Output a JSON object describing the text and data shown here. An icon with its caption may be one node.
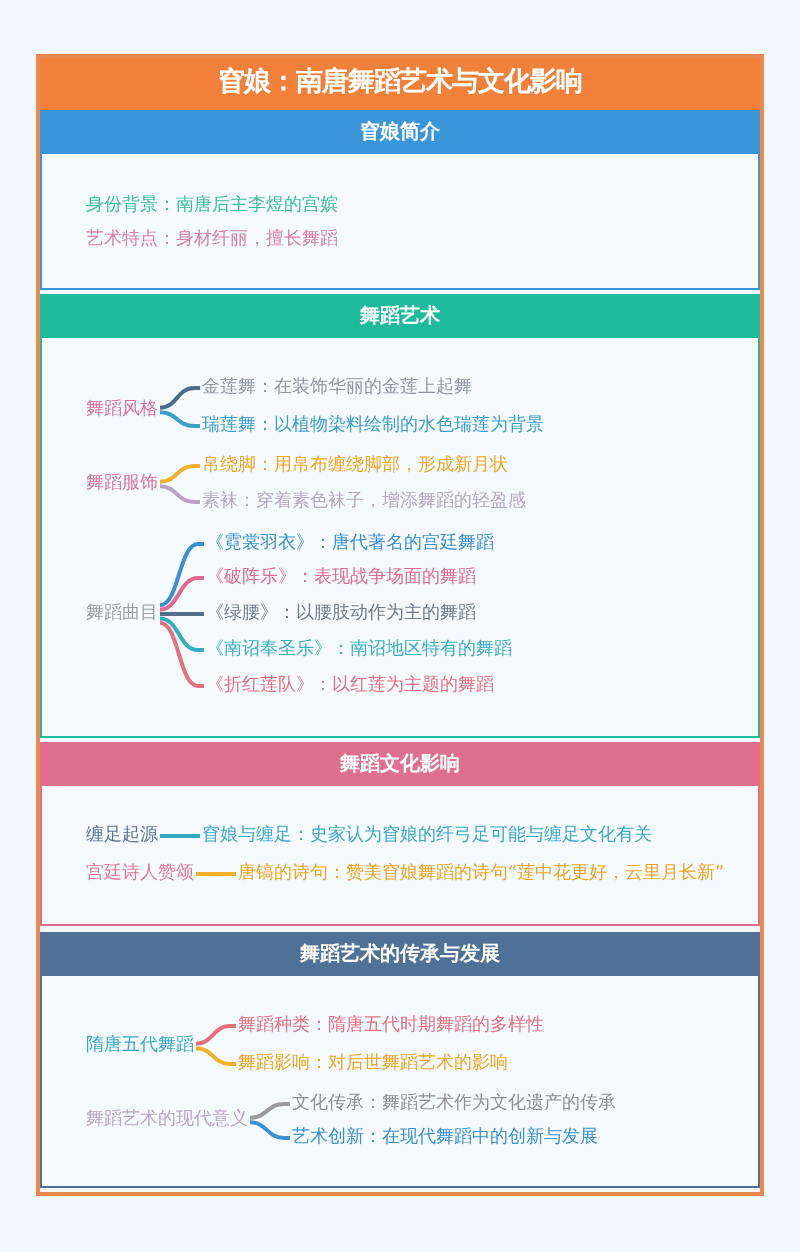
{
  "diagram": {
    "nodes": [
      {
        "text": [
          "窅娘：南唐舞蹈艺术与文化影响"
        ]
      },
      {
        "text": [
          "窅娘简介",
          "身份背景：南唐后主李煜的宫嫔",
          "艺术特点：身材纤丽，擅长舞蹈"
        ],
        "in": 0
      },
      {
        "text": [
          "舞蹈艺术"
        ],
        "in": 0
      },
      {
        "text": [
          "舞蹈风格"
        ],
        "in": 2
      },
      {
        "text": [
          "金莲舞：在装饰华丽的金莲上起舞"
        ],
        "in": 2
      },
      {
        "text": [
          "瑞莲舞：以植物染料绘制的水色瑞莲为背景"
        ],
        "in": 2
      },
      {
        "text": [
          "舞蹈服饰"
        ],
        "in": 2
      },
      {
        "text": [
          "帛绕脚：用帛布缠绕脚部，形成新月状"
        ],
        "in": 2
      },
      {
        "text": [
          "素袜：穿着素色袜子，增添舞蹈的轻盈感"
        ],
        "in": 2
      },
      {
        "text": [
          "舞蹈曲目"
        ],
        "in": 2
      },
      {
        "text": [
          "《霓裳羽衣》：唐代著名的宫廷舞蹈"
        ],
        "in": 2
      },
      {
        "text": [
          "《破阵乐》：表现战争场面的舞蹈"
        ],
        "in": 2
      },
      {
        "text": [
          "《绿腰》：以腰肢动作为主的舞蹈"
        ],
        "in": 2
      },
      {
        "text": [
          "《南诏奉圣乐》：南诏地区特有的舞蹈"
        ],
        "in": 2
      },
      {
        "text": [
          "《折红莲队》：以红莲为主题的舞蹈"
        ],
        "in": 2
      },
      {
        "text": [
          "舞蹈文化影响"
        ],
        "in": 0
      },
      {
        "text": [
          "缠足起源"
        ],
        "in": 15
      },
      {
        "text": [
          "窅娘与缠足：史家认为窅娘的纤弓足可能与缠足文化有关"
        ],
        "in": 15
      },
      {
        "text": [
          "宫廷诗人赞颂"
        ],
        "in": 15
      },
      {
        "text": [
          "唐镐的诗句：赞美窅娘舞蹈的诗句“莲中花更好，云里月长新”"
        ],
        "in": 15
      },
      {
        "text": [
          "舞蹈艺术的传承与发展"
        ],
        "in": 0
      },
      {
        "text": [
          "隋唐五代舞蹈"
        ],
        "in": 20
      },
      {
        "text": [
          "舞蹈种类：隋唐五代时期舞蹈的多样性"
        ],
        "in": 20
      },
      {
        "text": [
          "舞蹈影响：对后世舞蹈艺术的影响"
        ],
        "in": 20
      },
      {
        "text": [
          "舞蹈艺术的现代意义"
        ],
        "in": 20
      },
      {
        "text": [
          "文化传承：舞蹈艺术作为文化遗产的传承"
        ],
        "in": 20
      },
      {
        "text": [
          "艺术创新：在现代舞蹈中的创新与发展"
        ],
        "in": 20
      }
    ],
    "edges": [
      {
        "from": 3,
        "to": 4,
        "arrow": "none",
        "color": "#4d6c8c"
      },
      {
        "from": 3,
        "to": 5,
        "arrow": "none",
        "color": "#3aa0c8"
      },
      {
        "from": 6,
        "to": 7,
        "arrow": "none",
        "color": "#f5b02a"
      },
      {
        "from": 6,
        "to": 8,
        "arrow": "none",
        "color": "#b8a3c6"
      },
      {
        "from": 9,
        "to": 10,
        "arrow": "none",
        "color": "#3b8fd4"
      },
      {
        "from": 9,
        "to": 11,
        "arrow": "none",
        "color": "#e0698e"
      },
      {
        "from": 9,
        "to": 12,
        "arrow": "none",
        "color": "#56708c"
      },
      {
        "from": 9,
        "to": 13,
        "arrow": "none",
        "color": "#37aec0"
      },
      {
        "from": 9,
        "to": 14,
        "arrow": "none",
        "color": "#e8707e"
      },
      {
        "from": 16,
        "to": 17,
        "arrow": "none",
        "color": "#36a8c4"
      },
      {
        "from": 18,
        "to": 19,
        "arrow": "none",
        "color": "#f5b02a"
      },
      {
        "from": 21,
        "to": 22,
        "arrow": "none",
        "color": "#e8707e"
      },
      {
        "from": 21,
        "to": 23,
        "arrow": "none",
        "color": "#f5b02a"
      },
      {
        "from": 24,
        "to": 25,
        "arrow": "none",
        "color": "#9a9a9a"
      },
      {
        "from": 24,
        "to": 26,
        "arrow": "none",
        "color": "#3b8fd4"
      }
    ]
  }
}
